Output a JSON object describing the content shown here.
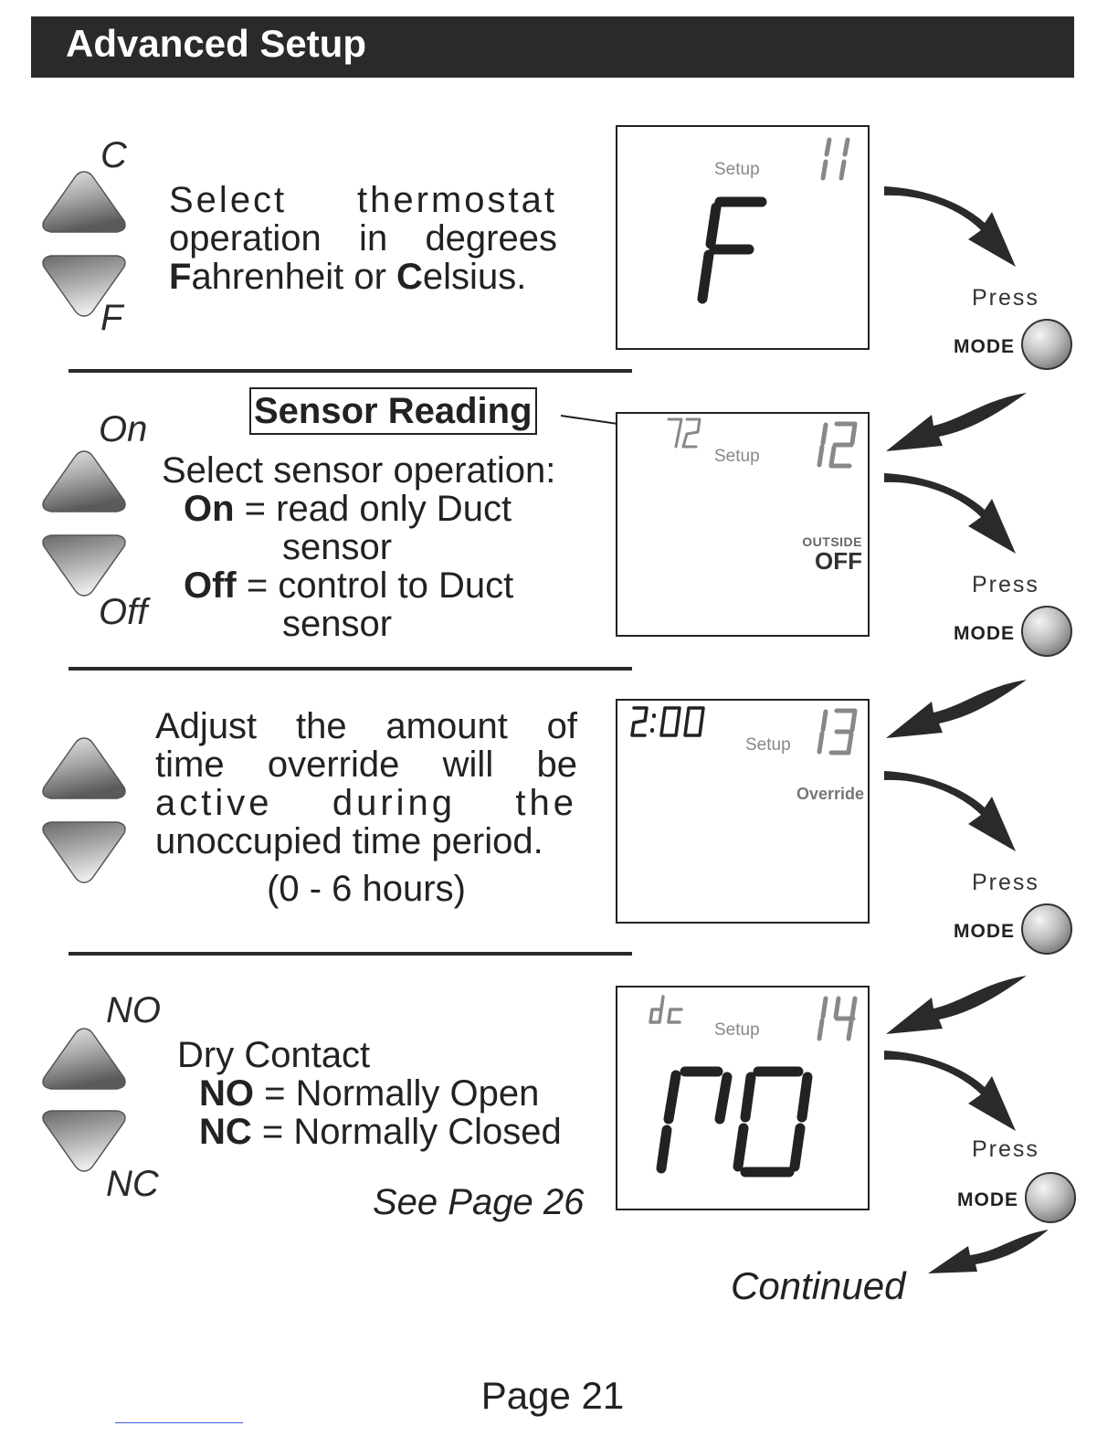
{
  "header": {
    "title": "Advanced Setup"
  },
  "sections": [
    {
      "up_letter": "C",
      "down_letter": "F",
      "lines": [
        "Select thermostat",
        "operation in degrees"
      ],
      "line3": {
        "b1": "F",
        "t1": "ahrenheit or ",
        "b2": "C",
        "t2": "elsius."
      },
      "lcd": {
        "setup": "Setup",
        "number": "11",
        "main": "F"
      }
    },
    {
      "up_letter": "On",
      "down_letter": "Off",
      "callout": "Sensor Reading",
      "intro": "Select sensor operation:",
      "on_key": "On",
      "on_text": "= read only Duct",
      "on_text2": "sensor",
      "off_key": "Off",
      "off_text": "= control to Duct",
      "off_text2": "sensor",
      "lcd": {
        "reading": "72",
        "setup": "Setup",
        "number": "12",
        "outside": "OUTSIDE",
        "status": "OFF"
      }
    },
    {
      "lines": [
        "Adjust the amount of",
        "time override will be",
        "active during the"
      ],
      "line4": "unoccupied time period.",
      "range": "(0 - 6 hours)",
      "lcd": {
        "time": "2:00",
        "setup": "Setup",
        "number": "13",
        "override": "Override"
      }
    },
    {
      "up_letter": "NO",
      "down_letter": "NC",
      "title": "Dry Contact",
      "no_key": "NO",
      "no_text": "= Normally Open",
      "nc_key": "NC",
      "nc_text": "= Normally Closed",
      "see_page": "See Page 26",
      "lcd": {
        "code": "dc",
        "setup": "Setup",
        "number": "14",
        "main": "nO"
      }
    }
  ],
  "press_label": "Press",
  "mode_label": "MODE",
  "continued": "Continued",
  "page_number": "Page 21",
  "colors": {
    "header_bg": "#2a2a2a",
    "lcd_text": "#222222",
    "lcd_dim": "#888888"
  },
  "icons": [
    "arrow-up-icon",
    "arrow-down-icon",
    "curved-arrow-icon",
    "mode-button-icon"
  ]
}
